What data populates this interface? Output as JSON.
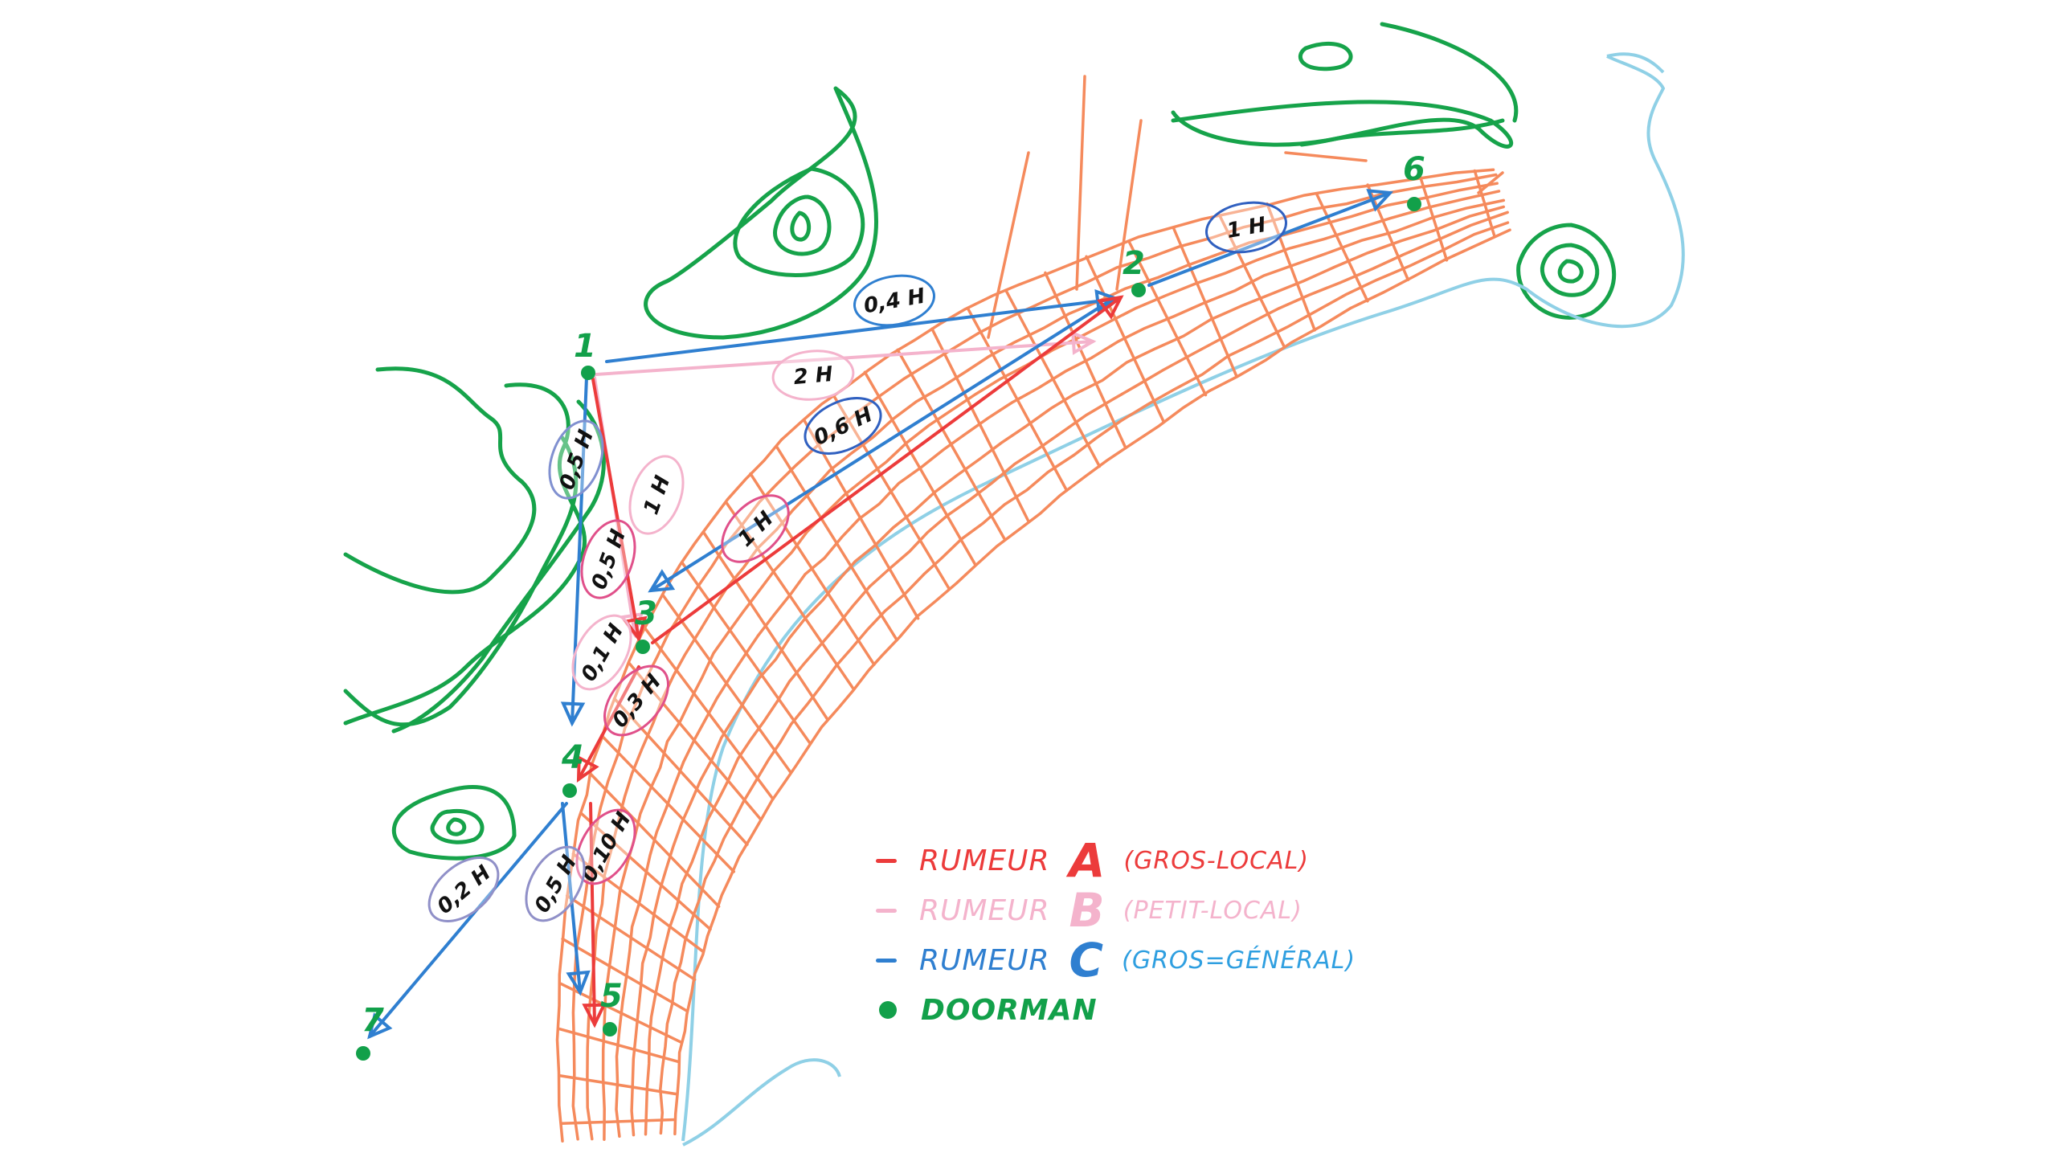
{
  "title": "Hand-drawn rumour propagation map",
  "colors": {
    "rumour_a": "#ec3b3b",
    "rumour_b": "#f4b3cc",
    "rumour_c": "#2f7fd0",
    "doorman": "#12a04a",
    "streets": "#f58a5c",
    "coast": "#8fd0e6",
    "contours": "#16a34a"
  },
  "nodes": [
    "1",
    "2",
    "3",
    "4",
    "5",
    "6",
    "7"
  ],
  "durations": [
    "0,4 H",
    "1 H",
    "2 H",
    "0,6 H",
    "0,5 H",
    "1 H",
    "0,5 H",
    "1 H",
    "0,1 H",
    "0,3 H",
    "0,10 H",
    "0,5 H",
    "0,2 H"
  ],
  "legend": [
    {
      "name": "RUMEUR",
      "letter": "A",
      "desc": "(GROS-LOCAL)",
      "color": "#ec3b3b"
    },
    {
      "name": "RUMEUR",
      "letter": "B",
      "desc": "(PETIT-LOCAL)",
      "color": "#f4b3cc"
    },
    {
      "name": "RUMEUR",
      "letter": "C",
      "desc": "(GROS=GÉNÉRAL)",
      "color": "#2f7fd0"
    },
    {
      "name": "DOORMAN",
      "color": "#12a04a"
    }
  ]
}
